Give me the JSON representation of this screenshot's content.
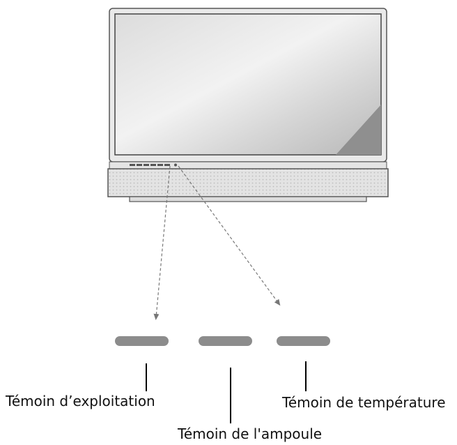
{
  "labels": {
    "operation_indicator": "Témoin d’exploitation",
    "lamp_indicator": "Témoin de l'ampoule",
    "temperature_indicator": "Témoin de température"
  },
  "colors": {
    "tv_frame": "#e6e6e6",
    "tv_outline": "#555555",
    "screen_light": "#ececec",
    "screen_dark": "#9a9a9a",
    "led_pill": "#8c8c8c",
    "leader_line": "#000000",
    "dashed_arrow": "#777777"
  },
  "icons": {
    "tv": "rear-projection-tv-icon",
    "indicator": "indicator-led-icon"
  }
}
